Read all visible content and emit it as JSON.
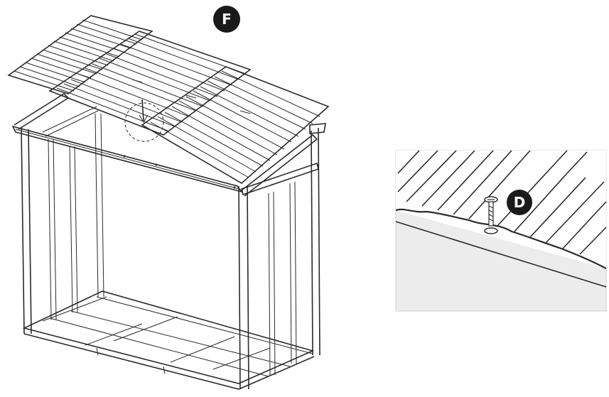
{
  "labels": {
    "part_f": "F",
    "part_d": "D"
  },
  "colors": {
    "ink": "#2a2a2a",
    "badge": "#1a1a1a",
    "detail_panel": "#ececec",
    "paper": "#ffffff"
  },
  "icons": {
    "badge_shape": "filled-circle",
    "fastener": "screw-with-washer"
  }
}
